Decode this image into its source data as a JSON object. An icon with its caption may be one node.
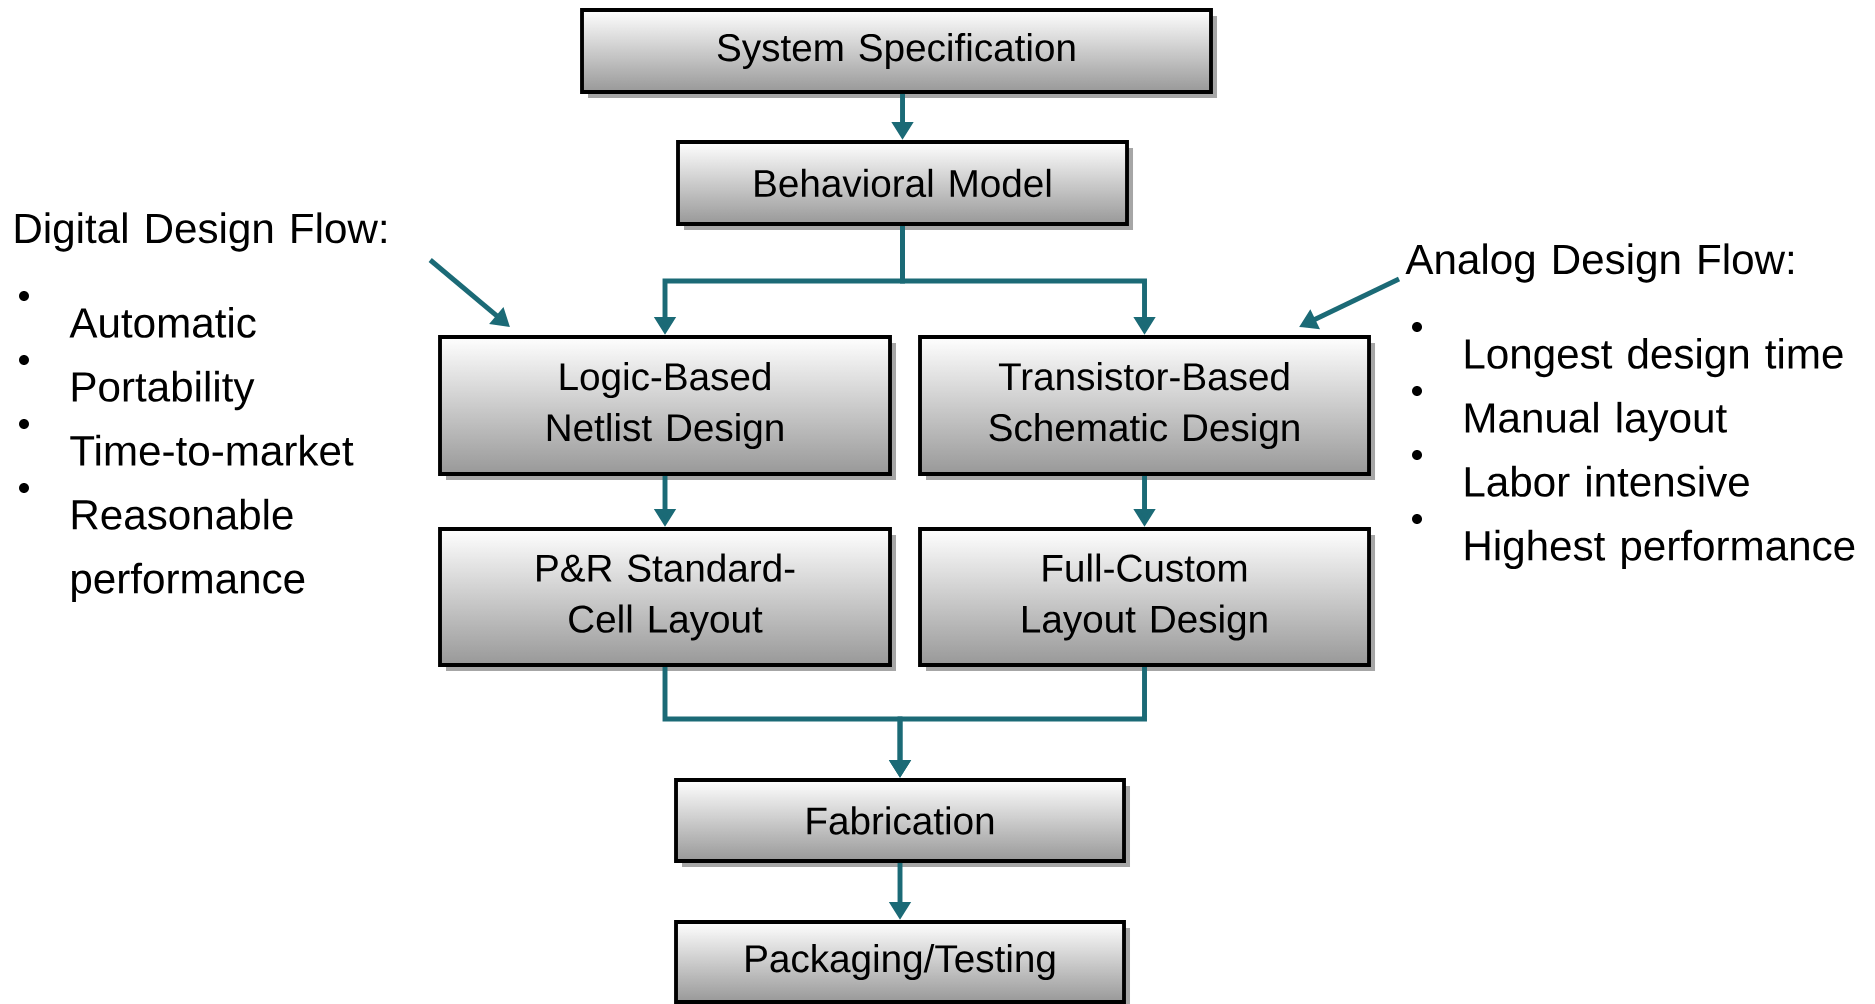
{
  "diagram": {
    "nodes": [
      {
        "text": [
          "System Specification"
        ]
      },
      {
        "text": [
          "Behavioral Model"
        ]
      },
      {
        "text": [
          "Logic-Based Netlist Design"
        ]
      },
      {
        "text": [
          "Transistor-Based Schematic Design"
        ]
      },
      {
        "text": [
          "P&R Standard-Cell Layout"
        ]
      },
      {
        "text": [
          "Full-Custom Layout Design"
        ]
      },
      {
        "text": [
          "Fabrication"
        ]
      },
      {
        "text": [
          "Packaging/Testing"
        ]
      },
      {
        "text": [
          "Digital Design Flow:",
          "Automatic",
          "Portability",
          "Time-to-market",
          "Reasonable performance"
        ]
      },
      {
        "text": [
          "Analog Design Flow:",
          "Longest design time",
          "Manual layout",
          "Labor intensive",
          "Highest performance"
        ]
      }
    ],
    "edges": [
      {
        "from": 0,
        "to": 1,
        "arrow": "to"
      },
      {
        "from": 1,
        "to": 2,
        "arrow": "to"
      },
      {
        "from": 1,
        "to": 3,
        "arrow": "to"
      },
      {
        "from": 2,
        "to": 4,
        "arrow": "to"
      },
      {
        "from": 3,
        "to": 5,
        "arrow": "to"
      },
      {
        "from": 4,
        "to": 6,
        "arrow": "to"
      },
      {
        "from": 5,
        "to": 6,
        "arrow": "to"
      },
      {
        "from": 6,
        "to": 7,
        "arrow": "to"
      },
      {
        "from": 8,
        "to": 2,
        "arrow": "to"
      },
      {
        "from": 9,
        "to": 3,
        "arrow": "to"
      }
    ]
  }
}
